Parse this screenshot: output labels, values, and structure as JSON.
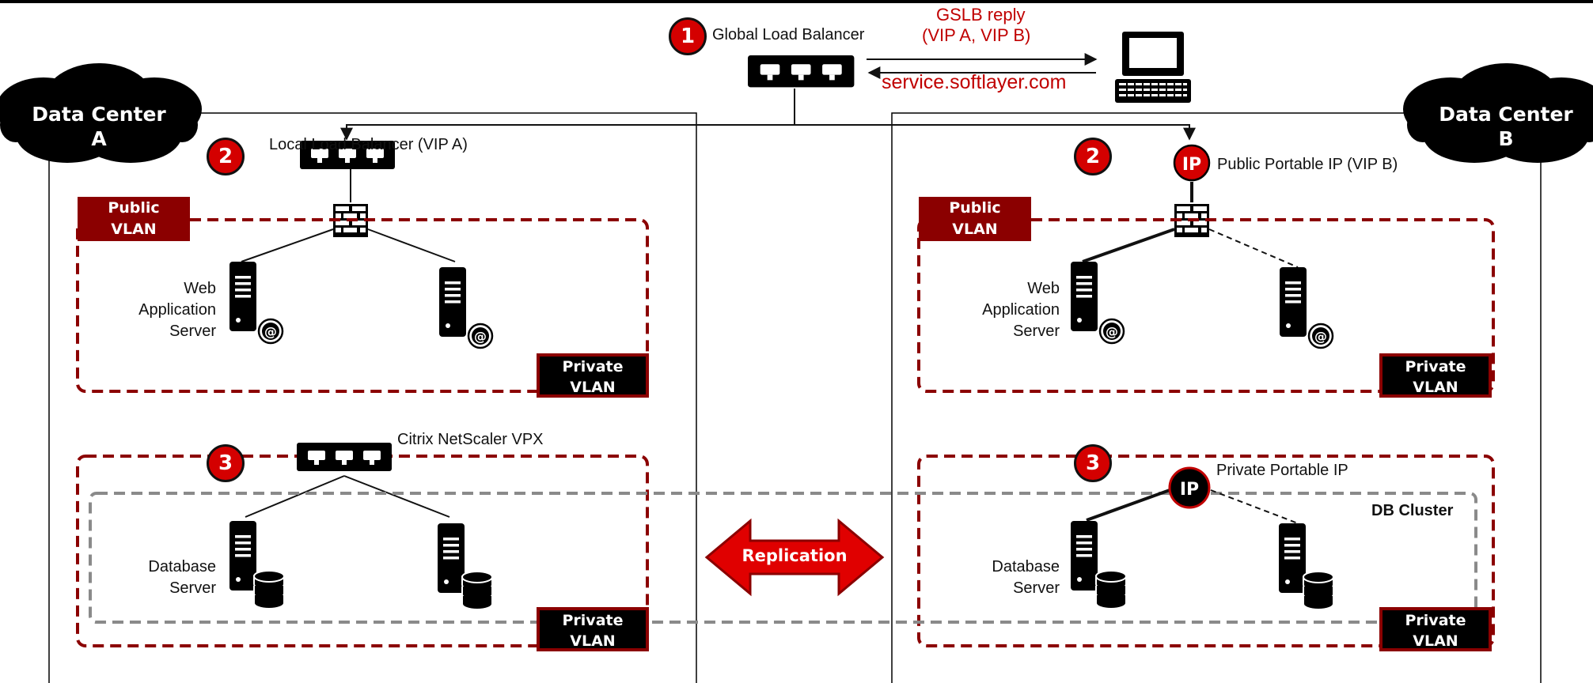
{
  "global_lb": {
    "label": "Global Load Balancer",
    "step": "1"
  },
  "gslb_reply": {
    "line1": "GSLB reply",
    "line2": "(VIP A, VIP B)"
  },
  "service_url": "service.softlayer.com",
  "dc_a": {
    "name_line1": "Data Center",
    "name_line2": "A",
    "step_public": "2",
    "local_lb_label": "Local Load Balancer (VIP A)",
    "public_vlan": {
      "line1": "Public",
      "line2": "VLAN"
    },
    "private_vlan_web": {
      "line1": "Private",
      "line2": "VLAN"
    },
    "web_server_label": {
      "line1": "Web",
      "line2": "Application",
      "line3": "Server"
    },
    "step_private": "3",
    "netscaler_label": "Citrix NetScaler VPX",
    "db_server_label": {
      "line1": "Database",
      "line2": "Server"
    },
    "private_vlan_db": {
      "line1": "Private",
      "line2": "VLAN"
    }
  },
  "dc_b": {
    "name_line1": "Data Center",
    "name_line2": "B",
    "step_public": "2",
    "public_ip_label": "Public Portable IP (VIP B)",
    "public_vlan": {
      "line1": "Public",
      "line2": "VLAN"
    },
    "private_vlan_web": {
      "line1": "Private",
      "line2": "VLAN"
    },
    "web_server_label": {
      "line1": "Web",
      "line2": "Application",
      "line3": "Server"
    },
    "step_private": "3",
    "private_ip_label": "Private Portable IP",
    "db_server_label": {
      "line1": "Database",
      "line2": "Server"
    },
    "private_vlan_db": {
      "line1": "Private",
      "line2": "VLAN"
    }
  },
  "ip_icon_text": "IP",
  "db_cluster_label": "DB Cluster",
  "replication_label": "Replication",
  "colors": {
    "accent_red": "#c00000",
    "vlan_red": "#8b0000",
    "cluster_gray": "#8a8a8a"
  }
}
